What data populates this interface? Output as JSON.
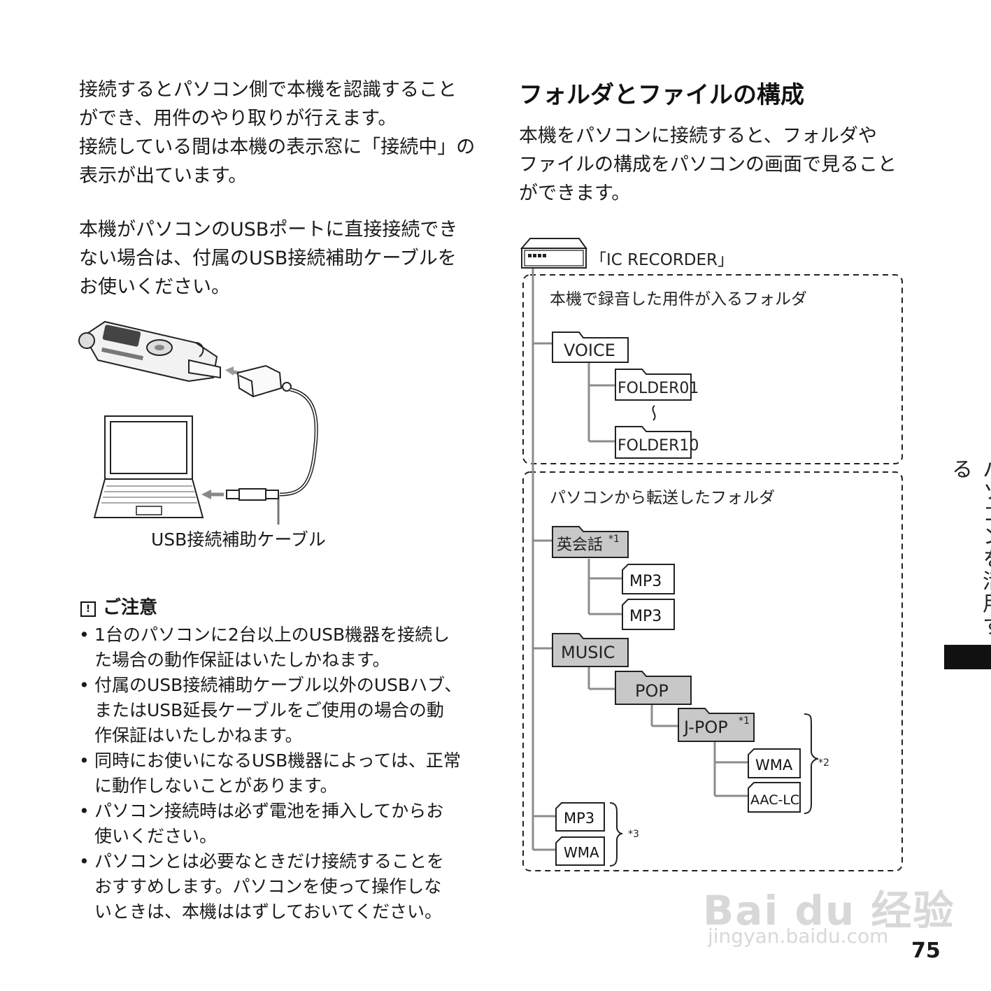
{
  "left": {
    "para1": "接続するとパソコン側で本機を認識すること\nができ、用件のやり取りが行えます。\n接続している間は本機の表示窓に「接続中」の\n表示が出ています。",
    "para2": "本機がパソコンのUSBポートに直接接続でき\nない場合は、付属のUSB接続補助ケーブルを\nお使いください。",
    "cable_caption": "USB接続補助ケーブル",
    "notes_icon": "!",
    "notes_title": "ご注意",
    "notes": [
      "1台のパソコンに2台以上のUSB機器を接続し\nた場合の動作保証はいたしかねます。",
      "付属のUSB接続補助ケーブル以外のUSBハブ、\nまたはUSB延長ケーブルをご使用の場合の動\n作保証はいたしかねます。",
      "同時にお使いになるUSB機器によっては、正常\nに動作しないことがあります。",
      "パソコン接続時は必ず電池を挿入してからお\n使いください。",
      "パソコンとは必要なときだけ接続することを\nおすすめします。パソコンを使って操作しな\nいときは、本機ははずしておいてください。"
    ]
  },
  "right": {
    "heading": "フォルダとファイルの構成",
    "intro": "本機をパソコンに接続すると、フォルダや\nファイルの構成をパソコンの画面で見ること\nができます。",
    "tree": {
      "root_label": "「IC RECORDER」",
      "section1_label": "本機で録音した用件が入るフォルダ",
      "voice": "VOICE",
      "folder01": "FOLDER01",
      "folder10": "FOLDER10",
      "section2_label": "パソコンから転送したフォルダ",
      "eikaiwa": "英会話",
      "note1": "*1",
      "mp3": "MP3",
      "music": "MUSIC",
      "pop": "POP",
      "jpop": "J-POP",
      "wma": "WMA",
      "aaclc": "AAC-LC",
      "note2": "*2",
      "note3": "*3"
    }
  },
  "side_tab": "パソコンを活用する",
  "page_number": "75",
  "watermark": {
    "brand": "Bai du 经验",
    "url": "jingyan.baidu.com"
  },
  "colors": {
    "text": "#1a1a1a",
    "grey_folder": "#c8c8c8",
    "tree_line": "#8c8c8c",
    "side_block": "#111111"
  }
}
